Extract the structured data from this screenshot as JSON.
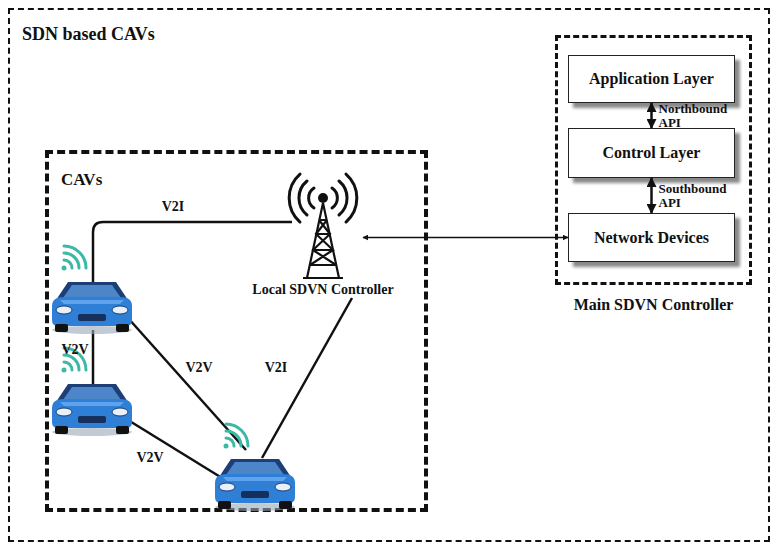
{
  "diagram": {
    "nodes": [
      {
        "text": [
          "SDN based CAVs"
        ]
      },
      {
        "text": [
          "CAVs"
        ],
        "in": 0
      },
      {
        "text": [
          "Local SDVN Controller"
        ],
        "in": 1
      },
      {
        "text": [
          "Main SDVN Controller"
        ],
        "in": 0
      },
      {
        "text": [
          "Application Layer"
        ],
        "in": 3
      },
      {
        "text": [
          "Control Layer"
        ],
        "in": 3
      },
      {
        "text": [
          "Network Devices"
        ],
        "in": 3
      }
    ],
    "edges": [
      {
        "from": 4,
        "to": 5,
        "label": "Northbound API",
        "arrow": "both"
      },
      {
        "from": 5,
        "to": 6,
        "label": "Southbound API",
        "arrow": "both"
      },
      {
        "from": 2,
        "to": 6,
        "arrow": "both"
      }
    ],
    "labels": [
      "V2I",
      "V2V",
      "V2V",
      "V2I",
      "V2V"
    ]
  }
}
